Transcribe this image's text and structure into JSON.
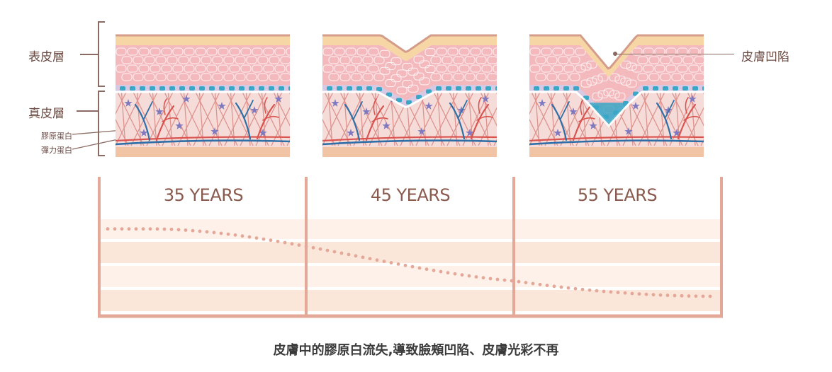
{
  "labels": {
    "epidermis": "表皮層",
    "dermis": "真皮層",
    "collagen": "膠原蛋白",
    "elastin": "彈力蛋白",
    "depression": "皮膚凹陷"
  },
  "panels": [
    {
      "age_label": "35 YEARS",
      "depression_depth": 0.0
    },
    {
      "age_label": "45 YEARS",
      "depression_depth": 0.5
    },
    {
      "age_label": "55 YEARS",
      "depression_depth": 1.0
    }
  ],
  "caption": "皮膚中的膠原白流失,導致臉頰凹陷、皮膚光彩不再",
  "colors": {
    "frame": "#e3a898",
    "band_light": "#fdf1ea",
    "band_mid": "#fbe6da",
    "dots": "#e3a898",
    "stratum": "#f7d6a6",
    "epidermis_cells": "#f4b9bd",
    "basal_teal": "#3aa7c6",
    "dermis_bg": "#f6dcd8",
    "collagen_line": "#d67b77",
    "artery": "#d9534f",
    "vein": "#2f6fa8",
    "star": "#7f79bf",
    "subcutis": "#f1c4a6"
  },
  "chart_data": {
    "type": "line",
    "x": [
      35,
      45,
      55
    ],
    "categories": [
      "35 YEARS",
      "45 YEARS",
      "55 YEARS"
    ],
    "series": [
      {
        "values": [
          1.0,
          0.55,
          0.18
        ]
      }
    ],
    "ylim": [
      0,
      1.1
    ],
    "grid": true,
    "style": "dotted"
  }
}
